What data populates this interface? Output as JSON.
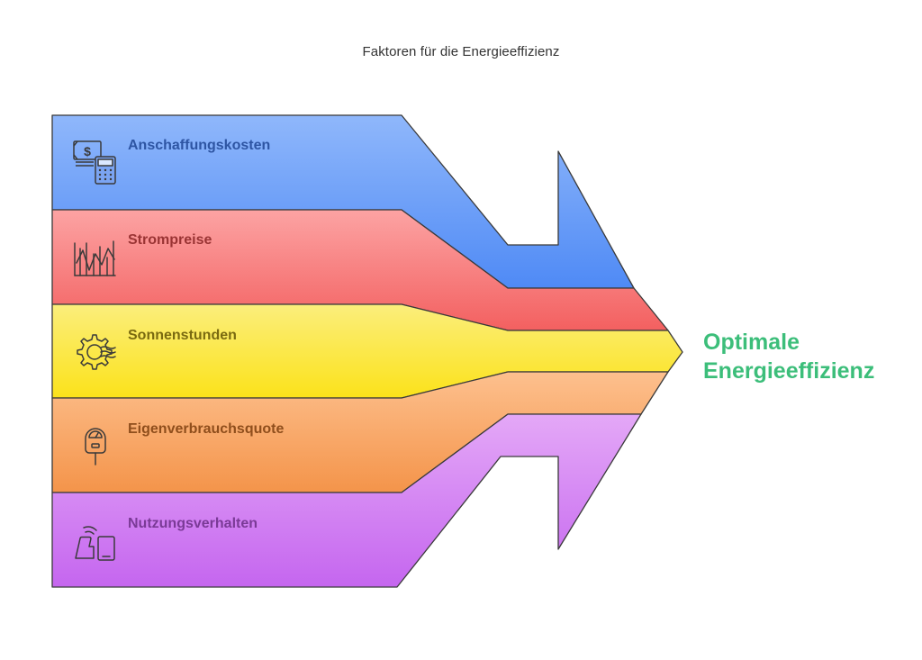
{
  "title": "Faktoren für die Energieeffizienz",
  "result": {
    "line1": "Optimale",
    "line2": "Energieeffizienz",
    "color": "#3cbe7a"
  },
  "factors": [
    {
      "label": "Anschaffungskosten",
      "icon": "cash-calculator-icon",
      "color_top": "#8fb7fb",
      "color_bottom": "#4f8af5",
      "text_color": "#2e55a3"
    },
    {
      "label": "Strompreise",
      "icon": "price-chart-icon",
      "color_top": "#fca3a3",
      "color_bottom": "#f36060",
      "text_color": "#9a3434"
    },
    {
      "label": "Sonnenstunden",
      "icon": "sun-gear-icon",
      "color_top": "#fbee7c",
      "color_bottom": "#fbe21a",
      "text_color": "#7a6a10"
    },
    {
      "label": "Eigenverbrauchsquote",
      "icon": "meter-icon",
      "color_top": "#fdc08e",
      "color_bottom": "#f4944a",
      "text_color": "#8f4e1c"
    },
    {
      "label": "Nutzungsverhalten",
      "icon": "devices-icon",
      "color_top": "#e4a8f7",
      "color_bottom": "#c566ef",
      "text_color": "#7a3a96"
    }
  ]
}
